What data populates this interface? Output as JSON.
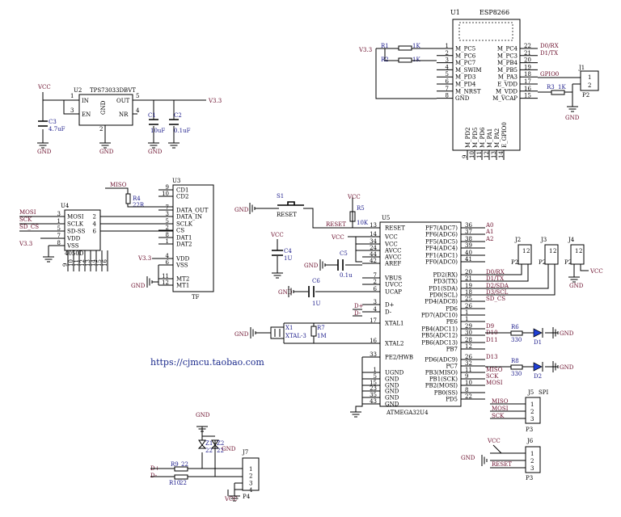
{
  "url": "https://cjmcu.taobao.com",
  "power": {
    "vcc": "VCC",
    "gnd": "GND",
    "v33": "V3.3"
  },
  "esp": {
    "ref": "U1",
    "name": "ESP8266",
    "left_pins": [
      {
        "n": "1",
        "l": "M_PC5"
      },
      {
        "n": "2",
        "l": "M_PC6"
      },
      {
        "n": "3",
        "l": "M_PC7"
      },
      {
        "n": "4",
        "l": "M_SWIM"
      },
      {
        "n": "5",
        "l": "M_PD3"
      },
      {
        "n": "6",
        "l": "M_PD4"
      },
      {
        "n": "7",
        "l": "M_NRST"
      },
      {
        "n": "8",
        "l": "GND"
      }
    ],
    "right_pins": [
      {
        "n": "22",
        "l": "M_PC4",
        "net": "D0/RX"
      },
      {
        "n": "21",
        "l": "M_PC3",
        "net": "D1/TX"
      },
      {
        "n": "20",
        "l": "M_PB4",
        "net": ""
      },
      {
        "n": "19",
        "l": "M_PB5",
        "net": ""
      },
      {
        "n": "18",
        "l": "M_PA3",
        "net": "GPIO0"
      },
      {
        "n": "17",
        "l": "E_VDD",
        "net": ""
      },
      {
        "n": "16",
        "l": "M_VDD",
        "net": ""
      },
      {
        "n": "15",
        "l": "M_VCAP",
        "net": ""
      }
    ],
    "bottom_pins": [
      "M_PD2",
      "M_PD5",
      "M_PD6",
      "M_PA1",
      "M_PA2",
      "E_GPIO0"
    ],
    "bottom_nums": [
      "9",
      "10",
      "11",
      "12",
      "13",
      "14"
    ],
    "r1": "R1",
    "r1v": "1K",
    "r2": "R2",
    "r2v": "1K",
    "r3": "R3",
    "r3v": "1K"
  },
  "j1": {
    "ref": "J1",
    "pins": [
      "1",
      "2"
    ],
    "part": "P2"
  },
  "reg": {
    "ref": "U2",
    "name": "TPS73033DBVT",
    "in": "IN",
    "en": "EN",
    "gnd": "GND",
    "out": "OUT",
    "nr": "NR",
    "p_in": "1",
    "p_en": "3",
    "p_gnd": "2",
    "p_out": "5",
    "p_nr": "4",
    "c3": "C3",
    "c3v": "4.7uF",
    "c1": "C1",
    "c1v": "10uF",
    "c2": "C2",
    "c2v": "0.1uF"
  },
  "u4": {
    "ref": "U4",
    "part": "4050D",
    "pins": [
      {
        "n": "3",
        "l": "MOSI",
        "r": "2"
      },
      {
        "n": "1",
        "l": "SCLK",
        "r": "4"
      },
      {
        "n": "5",
        "l": "SD-SS",
        "r": "6"
      },
      {
        "n": "7",
        "l": "VDD",
        "r": ""
      },
      {
        "n": "8",
        "l": "VSS",
        "r": ""
      }
    ],
    "nets": [
      "MOSI",
      "SCK",
      "SD_CS",
      "V3.3"
    ],
    "bottom": [
      "9",
      "10",
      "11",
      "12",
      "13",
      "14",
      "15",
      "16"
    ]
  },
  "u3": {
    "ref": "U3",
    "part": "TF",
    "pins": [
      {
        "n": "9",
        "l": "CD1"
      },
      {
        "n": "10",
        "l": "CD2"
      },
      {
        "n": "7",
        "l": "DATA_OUT"
      },
      {
        "n": "3",
        "l": "DATA_IN"
      },
      {
        "n": "5",
        "l": "SCLK"
      },
      {
        "n": "2",
        "l": "CS"
      },
      {
        "n": "8",
        "l": "DAT1"
      },
      {
        "n": "1",
        "l": "DAT2"
      },
      {
        "n": "4",
        "l": "VDD"
      },
      {
        "n": "6",
        "l": "VSS"
      },
      {
        "n": "11",
        "l": "MT2"
      },
      {
        "n": "12",
        "l": "MT1"
      }
    ],
    "miso": "MISO",
    "r4": "R4",
    "r4v": "22R"
  },
  "mcu": {
    "ref": "U5",
    "part": "ATMEGA32U4",
    "left_pins": [
      {
        "n": "13",
        "l": "RESET"
      },
      {
        "n": "14",
        "l": "VCC"
      },
      {
        "n": "34",
        "l": "VCC"
      },
      {
        "n": "24",
        "l": "AVCC"
      },
      {
        "n": "44",
        "l": "AVCC"
      },
      {
        "n": "42",
        "l": "AREF"
      },
      {
        "n": "7",
        "l": "VBUS"
      },
      {
        "n": "2",
        "l": "UVCC"
      },
      {
        "n": "6",
        "l": "UCAP"
      },
      {
        "n": "3",
        "l": "D+"
      },
      {
        "n": "4",
        "l": "D-"
      },
      {
        "n": "17",
        "l": "XTAL1"
      },
      {
        "n": "16",
        "l": "XTAL2"
      },
      {
        "n": "33",
        "l": "PE2/HWB"
      },
      {
        "n": "1",
        "l": "UGND"
      },
      {
        "n": "5",
        "l": "GND"
      },
      {
        "n": "15",
        "l": "GND"
      },
      {
        "n": "23",
        "l": "GND"
      },
      {
        "n": "35",
        "l": "GND"
      },
      {
        "n": "43",
        "l": "GND"
      }
    ],
    "right_pins": [
      {
        "n": "36",
        "l": "PF7(ADC7)",
        "net": "A0"
      },
      {
        "n": "37",
        "l": "PF6(ADC6)",
        "net": "A1"
      },
      {
        "n": "38",
        "l": "PF5(ADC5)",
        "net": "A2"
      },
      {
        "n": "39",
        "l": "PF4(ADC4)",
        "net": ""
      },
      {
        "n": "40",
        "l": "PF1(ADC1)",
        "net": ""
      },
      {
        "n": "41",
        "l": "PF0(ADC0)",
        "net": ""
      },
      {
        "n": "20",
        "l": "PD2(RX)",
        "net": "D0/RX"
      },
      {
        "n": "21",
        "l": "PD3(TX)",
        "net": "D1/TX"
      },
      {
        "n": "19",
        "l": "PD1(SDA)",
        "net": "D2/SDA"
      },
      {
        "n": "18",
        "l": "PD0(SCL)",
        "net": "D3/SCL"
      },
      {
        "n": "25",
        "l": "PD4(ADC8)",
        "net": "SD_CS"
      },
      {
        "n": "26",
        "l": "PD6",
        "net": ""
      },
      {
        "n": "1",
        "l": "PD7(ADC10)",
        "net": ""
      },
      {
        "n": "1",
        "l": "PE6",
        "net": ""
      },
      {
        "n": "29",
        "l": "PB4(ADC11)",
        "net": "D9"
      },
      {
        "n": "30",
        "l": "PB5(ADC12)",
        "net": "D10"
      },
      {
        "n": "28",
        "l": "PB6(ADC13)",
        "net": "D11"
      },
      {
        "n": "12",
        "l": "PB7",
        "net": ""
      },
      {
        "n": "26",
        "l": "PD6(ADC9)",
        "net": "D13"
      },
      {
        "n": "32",
        "l": "PC7",
        "net": ""
      },
      {
        "n": "11",
        "l": "PB3(MISO)",
        "net": "MISO"
      },
      {
        "n": "9",
        "l": "PB1(SCK)",
        "net": "SCK"
      },
      {
        "n": "10",
        "l": "PB2(MOSI)",
        "net": "MOSI"
      },
      {
        "n": "8",
        "l": "PB0(SS)",
        "net": ""
      },
      {
        "n": "22",
        "l": "PD5",
        "net": ""
      }
    ]
  },
  "misc": {
    "s1": "S1",
    "reset": "RESET",
    "r5": "R5",
    "r5v": "10K",
    "c4": "C4",
    "c4v": "1U",
    "c5": "C5",
    "c5v": "0.1u",
    "c6": "C6",
    "c6v": "1U",
    "x1": "X1",
    "x1v": "XTAL-3",
    "r7": "R7",
    "r7v": "1M",
    "dplus": "D+",
    "dminus": "D-",
    "r6": "R6",
    "r6v": "330",
    "d1": "D1",
    "r8": "R8",
    "r8v": "330",
    "d2": "D2"
  },
  "jumpers": {
    "j2": "J2",
    "j3": "J3",
    "j4": "J4",
    "p2": "P2",
    "pins": [
      "1",
      "2"
    ]
  },
  "spi": {
    "ref": "J5",
    "title": "SPI",
    "nets": [
      "MISO",
      "MOSI",
      "SCK"
    ],
    "pins": [
      "1",
      "2",
      "3"
    ],
    "part": "P3"
  },
  "j6": {
    "ref": "J6",
    "nets": [
      "VCC",
      "GND",
      "RESET"
    ],
    "pins": [
      "1",
      "2",
      "3"
    ],
    "part": "P3"
  },
  "usb": {
    "r9": "R9",
    "r9v": "22",
    "r10": "R10",
    "r10v": "22",
    "z1": "Z1",
    "z1v": "22",
    "z2": "Z2",
    "z2v": "22",
    "ref": "J7",
    "pins": [
      "1",
      "2",
      "3",
      "4"
    ],
    "part": "P4"
  }
}
